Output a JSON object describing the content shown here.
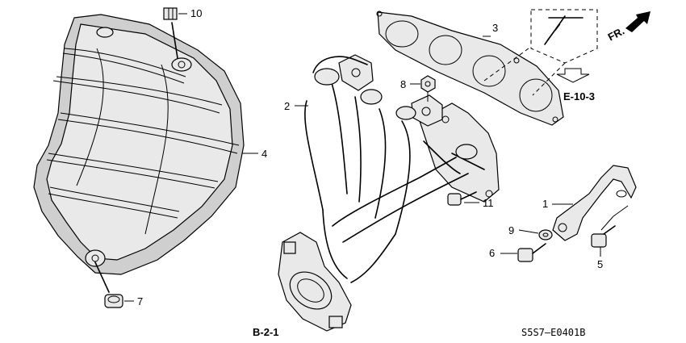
{
  "callouts": {
    "c1": "1",
    "c2": "2",
    "c3": "3",
    "c4": "4",
    "c5": "5",
    "c6": "6",
    "c7": "7",
    "c8": "8",
    "c9": "9",
    "c10": "10",
    "c11": "11"
  },
  "references": {
    "e_10_3": "E-10-3",
    "b_2_1": "B-2-1",
    "front": "FR."
  },
  "diagram_code": "S5S7—E0401B"
}
